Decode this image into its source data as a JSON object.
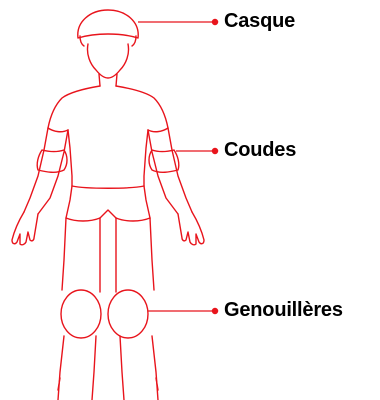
{
  "labels": {
    "helmet": "Casque",
    "elbows": "Coudes",
    "knees": "Genouillères"
  },
  "colors": {
    "line": "#e8141c",
    "text": "#000000",
    "background": "#ffffff"
  }
}
